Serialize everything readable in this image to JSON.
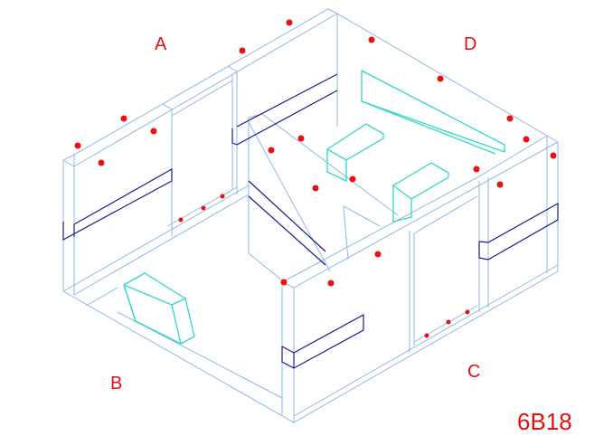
{
  "drawing": {
    "room_labels": [
      "A",
      "B",
      "C",
      "D"
    ],
    "drawing_code": "6B18",
    "colors": {
      "walls": "#8fb8e6",
      "rails": "#1a1a8c",
      "furniture": "#30d8c8",
      "markers": "#e81010"
    }
  }
}
